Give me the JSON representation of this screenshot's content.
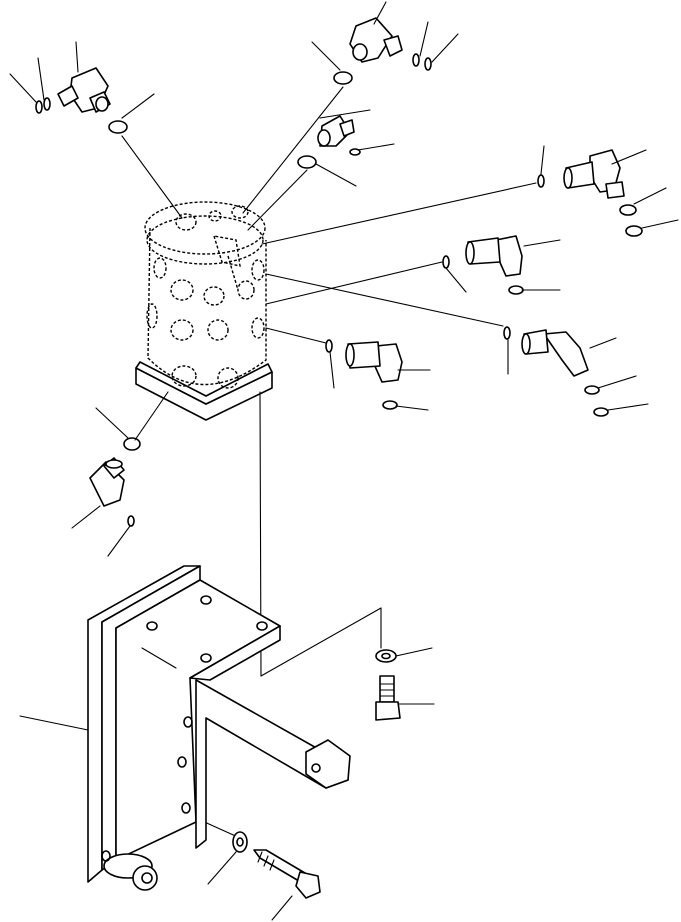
{
  "drawing": {
    "parts": [
      "swivel-joint",
      "elbow-fitting",
      "adapter-fitting",
      "o-ring",
      "mounting-bracket",
      "washer",
      "bolt"
    ],
    "labels": []
  }
}
